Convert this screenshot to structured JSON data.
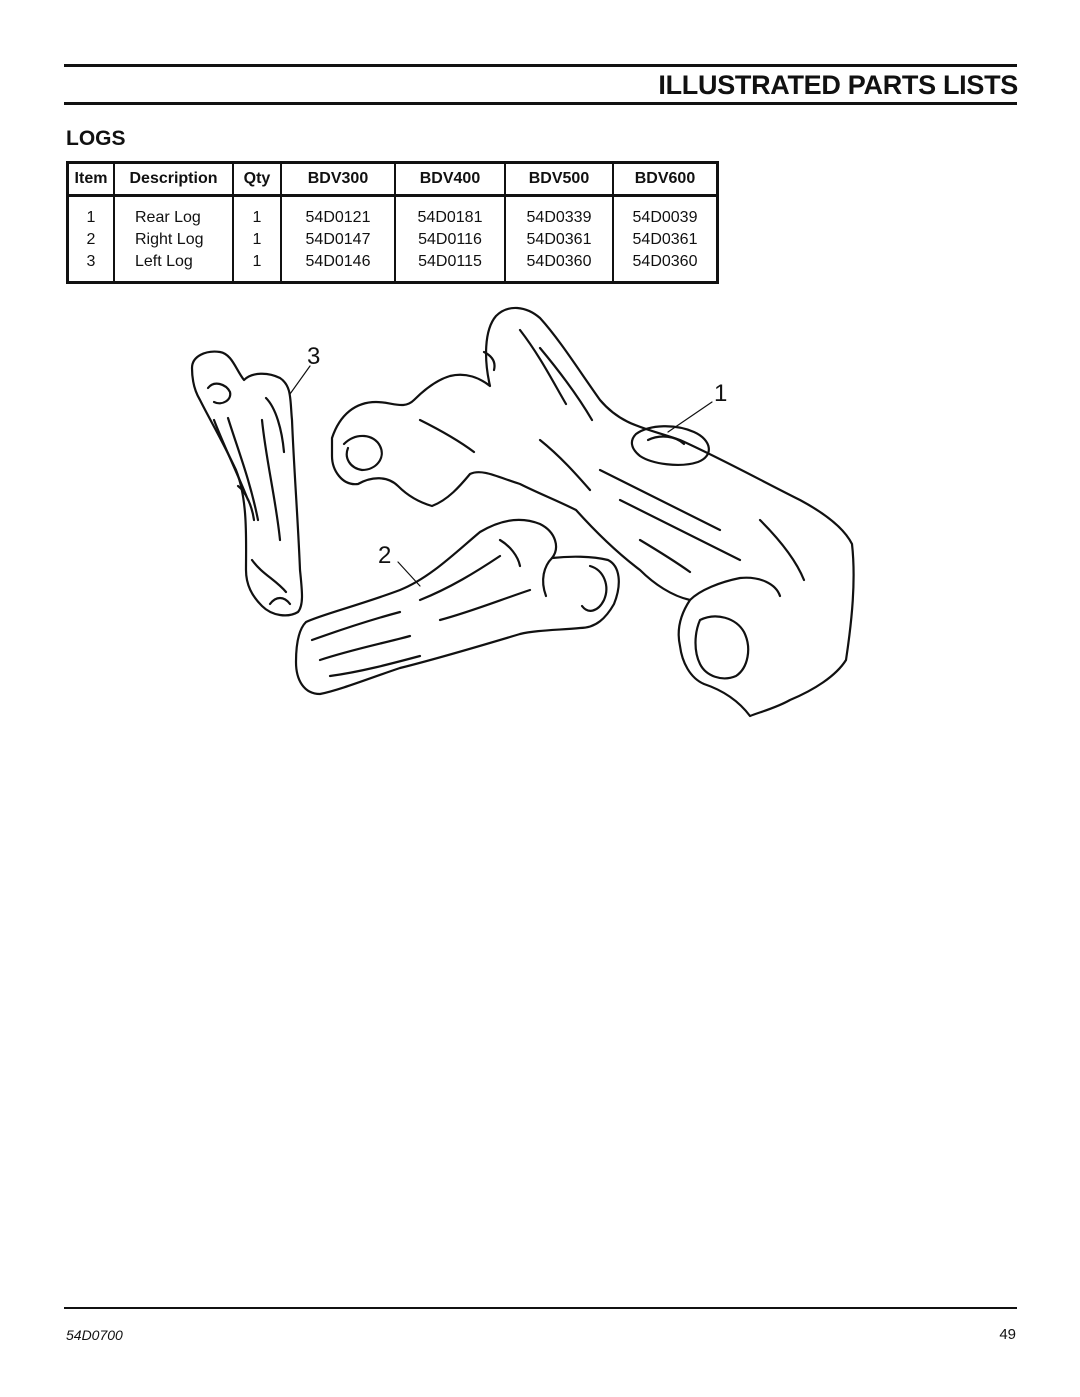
{
  "header": {
    "title": "ILLUSTRATED PARTS LISTS"
  },
  "section": {
    "title": "LOGS"
  },
  "table": {
    "columns": [
      "Item",
      "Description",
      "Qty",
      "BDV300",
      "BDV400",
      "BDV500",
      "BDV600"
    ],
    "rows": [
      [
        "1",
        "Rear Log",
        "1",
        "54D0121",
        "54D0181",
        "54D0339",
        "54D0039"
      ],
      [
        "2",
        "Right Log",
        "1",
        "54D0147",
        "54D0116",
        "54D0361",
        "54D0361"
      ],
      [
        "3",
        "Left Log",
        "1",
        "54D0146",
        "54D0115",
        "54D0360",
        "54D0360"
      ]
    ]
  },
  "illustration": {
    "callouts": [
      "3",
      "1",
      "2"
    ]
  },
  "footer": {
    "doc_number": "54D0700",
    "page_number": "49"
  }
}
